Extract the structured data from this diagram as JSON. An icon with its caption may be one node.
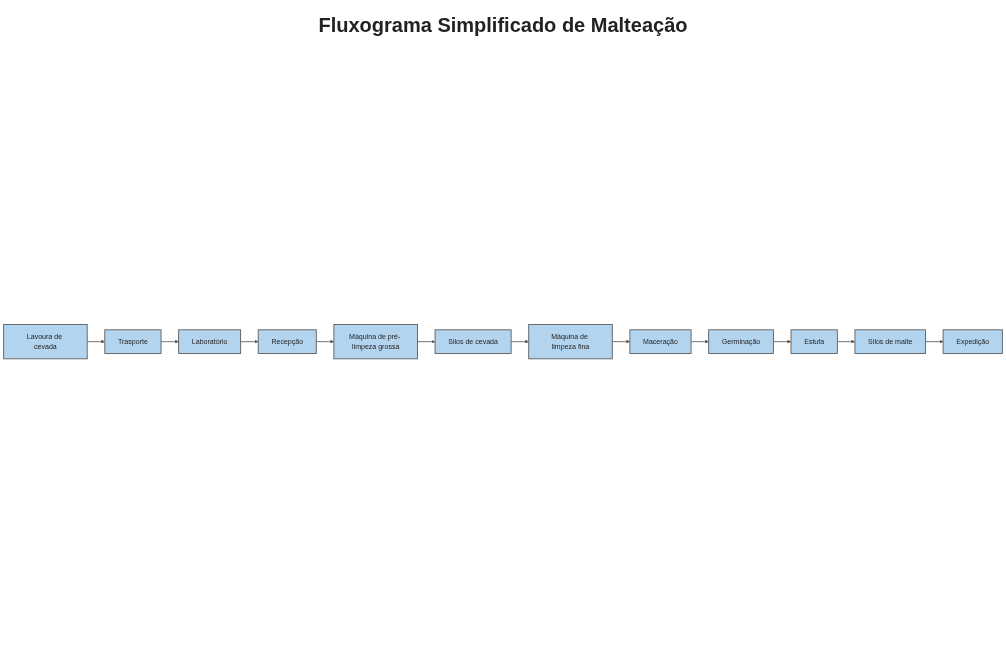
{
  "diagram": {
    "title": "Fluxograma Simplificado de Malteação",
    "nodes": [
      {
        "text": [
          "Lavoura de cevada"
        ]
      },
      {
        "text": [
          "Trasporte"
        ]
      },
      {
        "text": [
          "Laboratório"
        ]
      },
      {
        "text": [
          "Recepção"
        ]
      },
      {
        "text": [
          "Máquina de pré- limpeza grossa"
        ]
      },
      {
        "text": [
          "Silos de cevada"
        ]
      },
      {
        "text": [
          "Máquina de limpeza fina"
        ]
      },
      {
        "text": [
          "Maceração"
        ]
      },
      {
        "text": [
          "Germinação"
        ]
      },
      {
        "text": [
          "Estufa"
        ]
      },
      {
        "text": [
          "Silos de malte"
        ]
      },
      {
        "text": [
          "Expedição"
        ]
      }
    ],
    "edges": [
      {
        "from": 0,
        "to": 1,
        "arrow": "to"
      },
      {
        "from": 1,
        "to": 2,
        "arrow": "to"
      },
      {
        "from": 2,
        "to": 3,
        "arrow": "to"
      },
      {
        "from": 3,
        "to": 4,
        "arrow": "to"
      },
      {
        "from": 4,
        "to": 5,
        "arrow": "to"
      },
      {
        "from": 5,
        "to": 6,
        "arrow": "to"
      },
      {
        "from": 6,
        "to": 7,
        "arrow": "to"
      },
      {
        "from": 7,
        "to": 8,
        "arrow": "to"
      },
      {
        "from": 8,
        "to": 9,
        "arrow": "to"
      },
      {
        "from": 9,
        "to": 10,
        "arrow": "to"
      },
      {
        "from": 10,
        "to": 11,
        "arrow": "to"
      }
    ]
  }
}
